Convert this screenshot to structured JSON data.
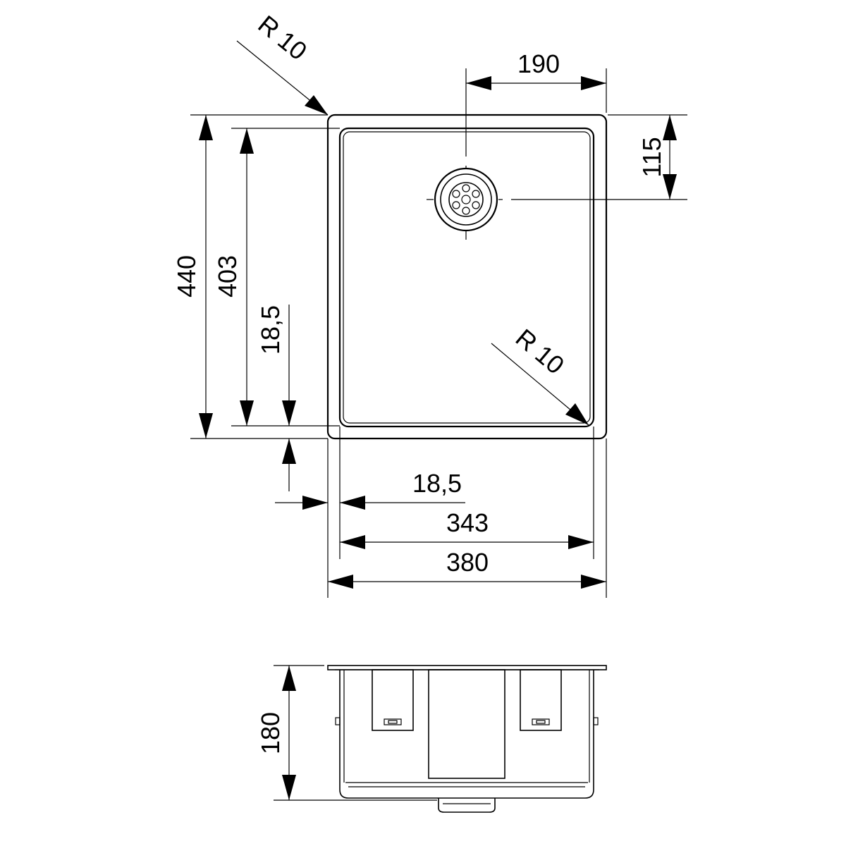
{
  "drawing": {
    "top_view": {
      "radius_top_left": "R 10",
      "radius_inner": "R 10",
      "drain_offset_x": "190",
      "drain_offset_y": "115",
      "outer_depth": "440",
      "inner_depth": "403",
      "rim_side": "18,5",
      "rim_front": "18,5",
      "inner_width": "343",
      "outer_width": "380"
    },
    "side_view": {
      "height": "180"
    }
  }
}
